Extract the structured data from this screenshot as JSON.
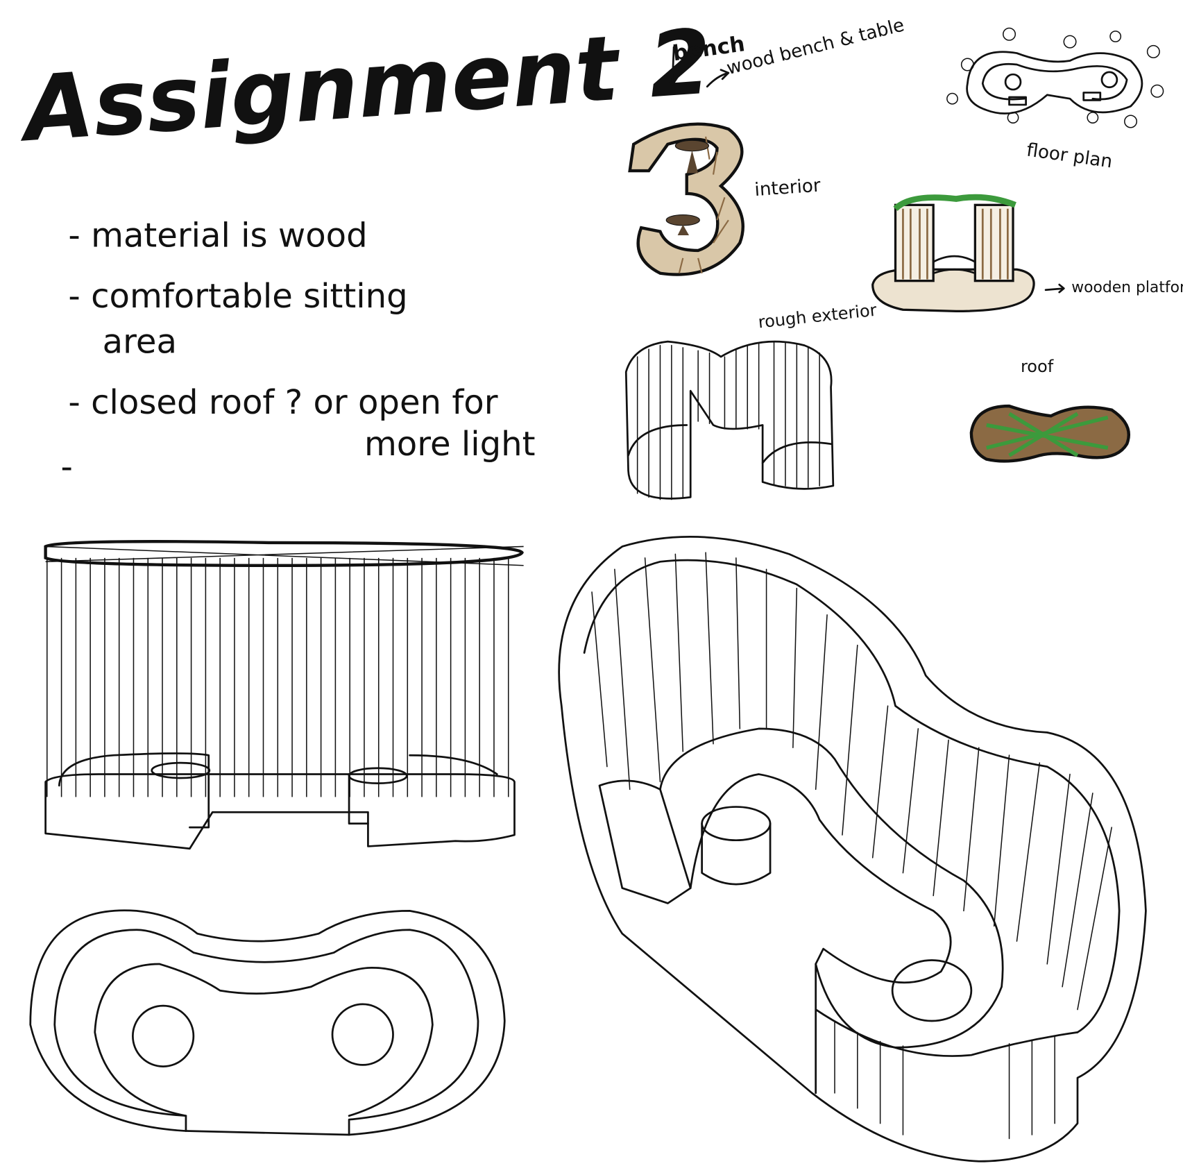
{
  "title": "Assignment 2",
  "notes": [
    {
      "lines": [
        "- material is  wood"
      ]
    },
    {
      "lines": [
        "- comfortable  sitting",
        "area"
      ]
    },
    {
      "lines": [
        "- closed  roof ?  or  open for",
        "more  light"
      ]
    },
    {
      "lines": [
        "-"
      ]
    }
  ],
  "labels": {
    "bench": "bench",
    "bench_detail": "wood bench & table",
    "interior": "interior",
    "floor_plan": "floor plan",
    "rough_exterior": "rough exterior",
    "wooden_platform": "wooden platform",
    "roof": "roof"
  },
  "colors": {
    "ink": "#111111",
    "wood": "#8b6a44",
    "wood_light": "#d9c7a8",
    "greenery": "#3c9a3c"
  }
}
